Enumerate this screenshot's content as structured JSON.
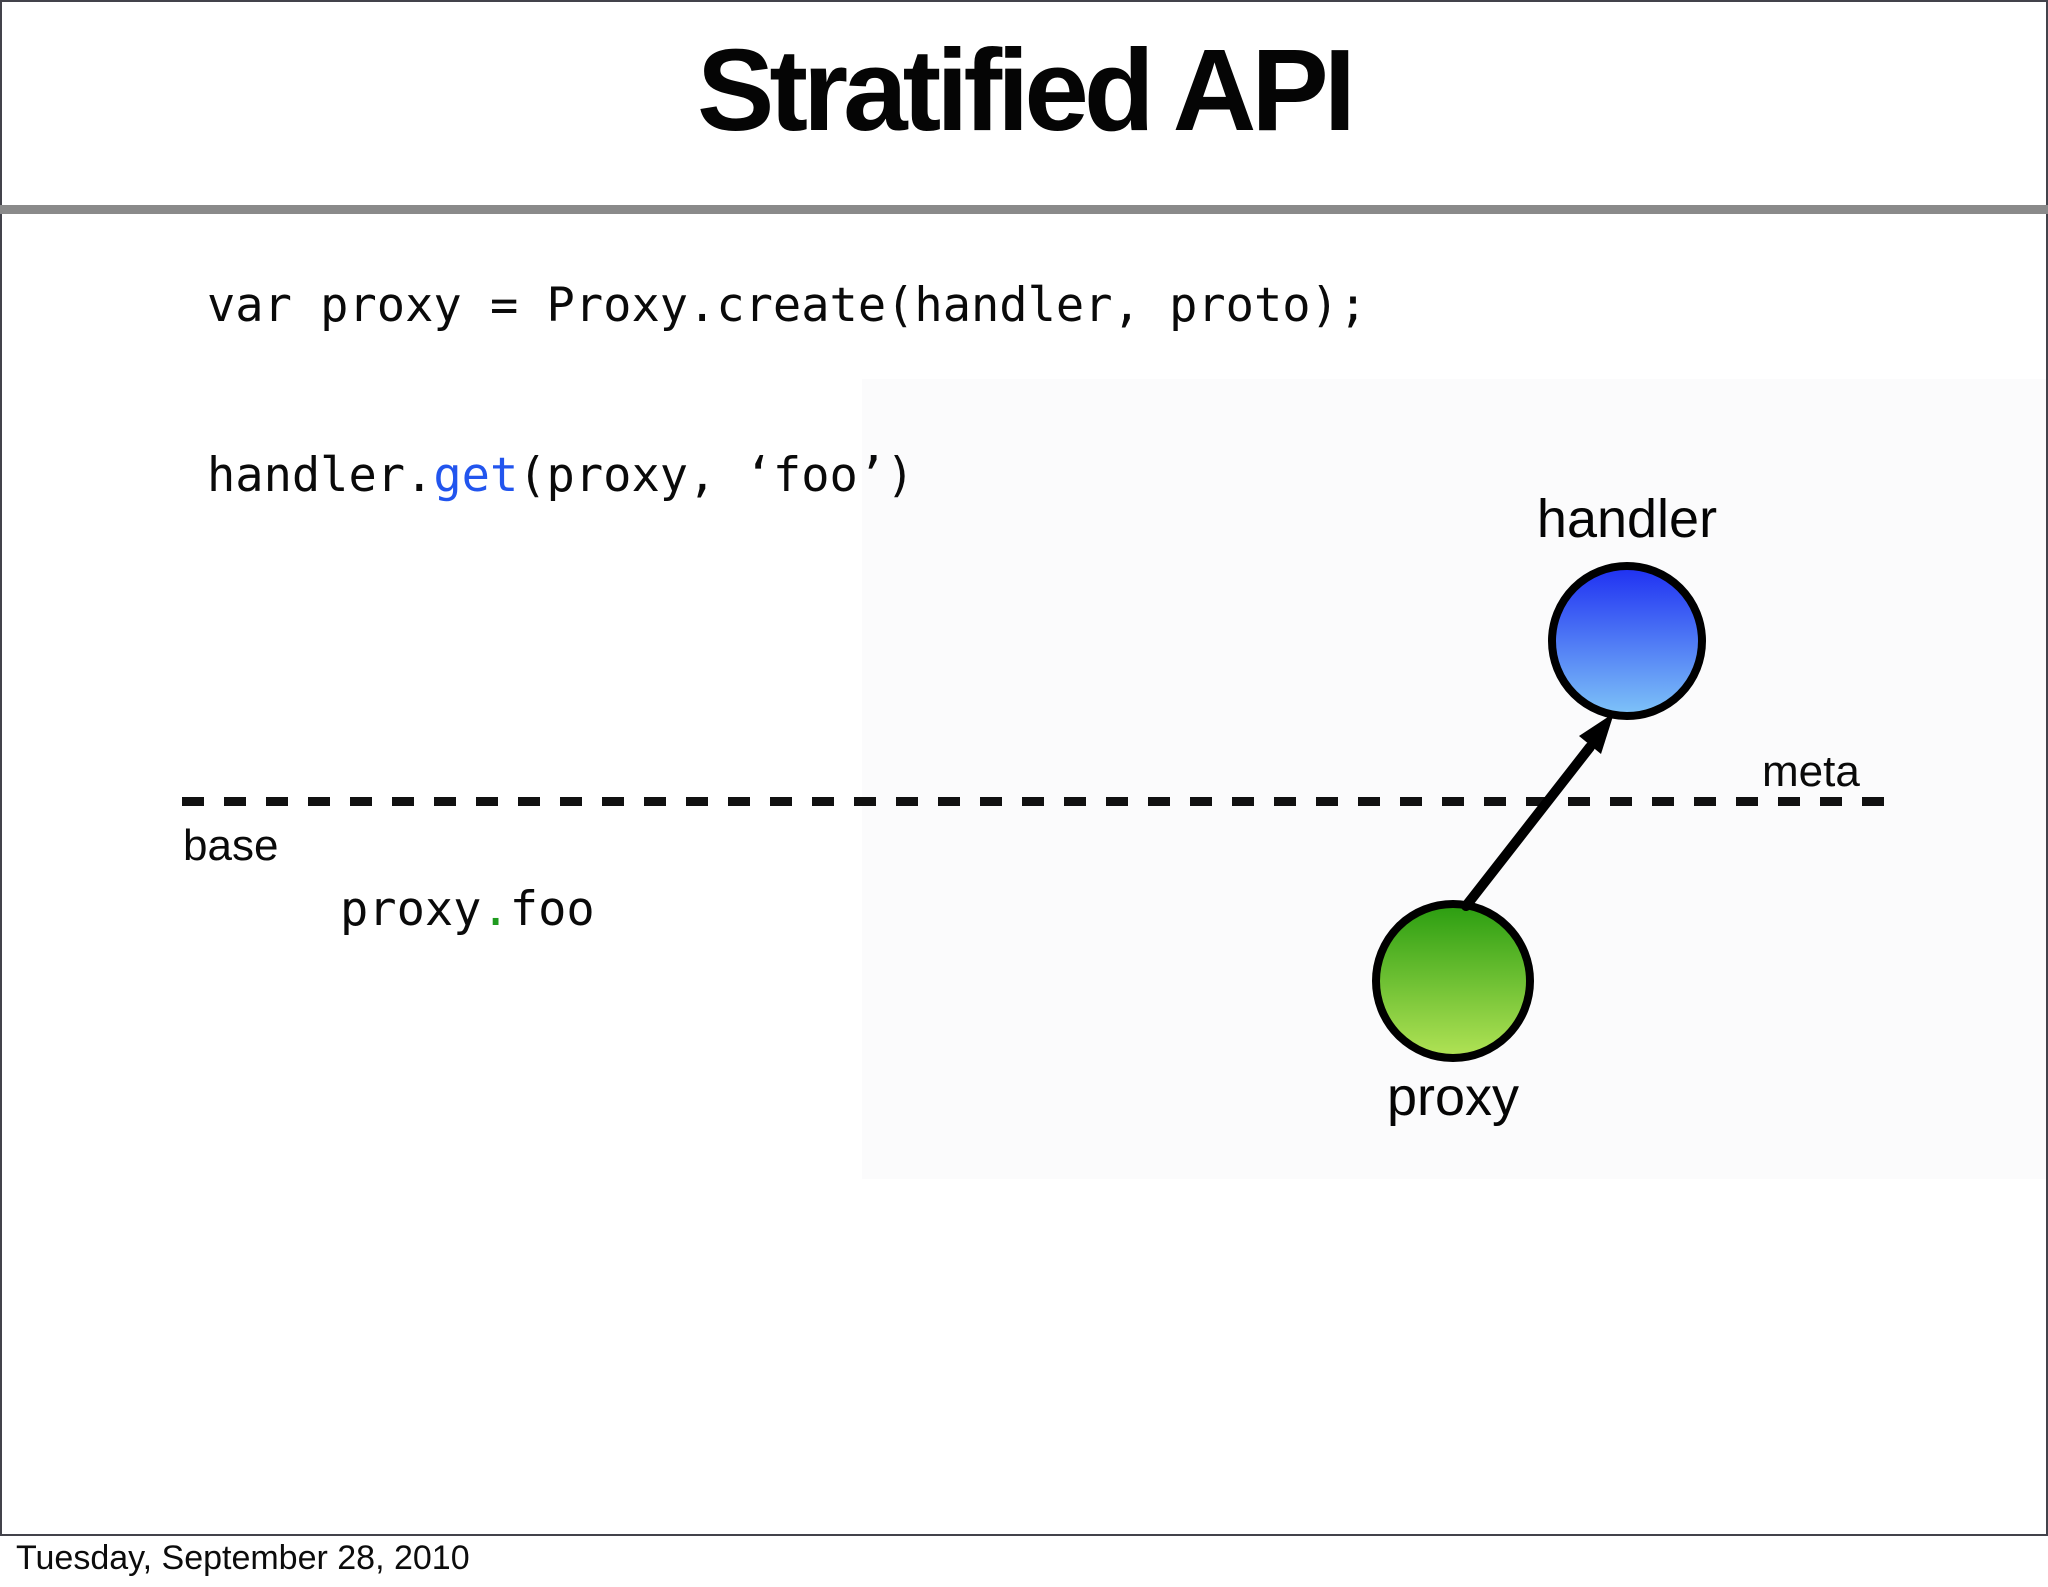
{
  "title": "Stratified API",
  "divider_color": "#8a8a8a",
  "code": {
    "declaration": "var proxy = Proxy.create(handler, proto);",
    "meta_call": {
      "object": "handler.",
      "method": "get",
      "args": "(proxy, ‘foo’)",
      "method_color": "#2255ee"
    },
    "base_expr": {
      "object": "proxy",
      "dot": ".",
      "property": "foo",
      "dot_color": "#1f9b1f"
    }
  },
  "diagram": {
    "layers": {
      "meta": "meta",
      "base": "base"
    },
    "nodes": {
      "handler": {
        "label": "handler",
        "gradient_top": "#1e2ff2",
        "gradient_bottom": "#7fc4f8"
      },
      "proxy": {
        "label": "proxy",
        "gradient_top": "#2a9d10",
        "gradient_bottom": "#b2e356"
      }
    },
    "arrow": {
      "from": "proxy",
      "to": "handler",
      "color": "#000000"
    }
  },
  "footer": {
    "date": "Tuesday, September 28, 2010"
  }
}
